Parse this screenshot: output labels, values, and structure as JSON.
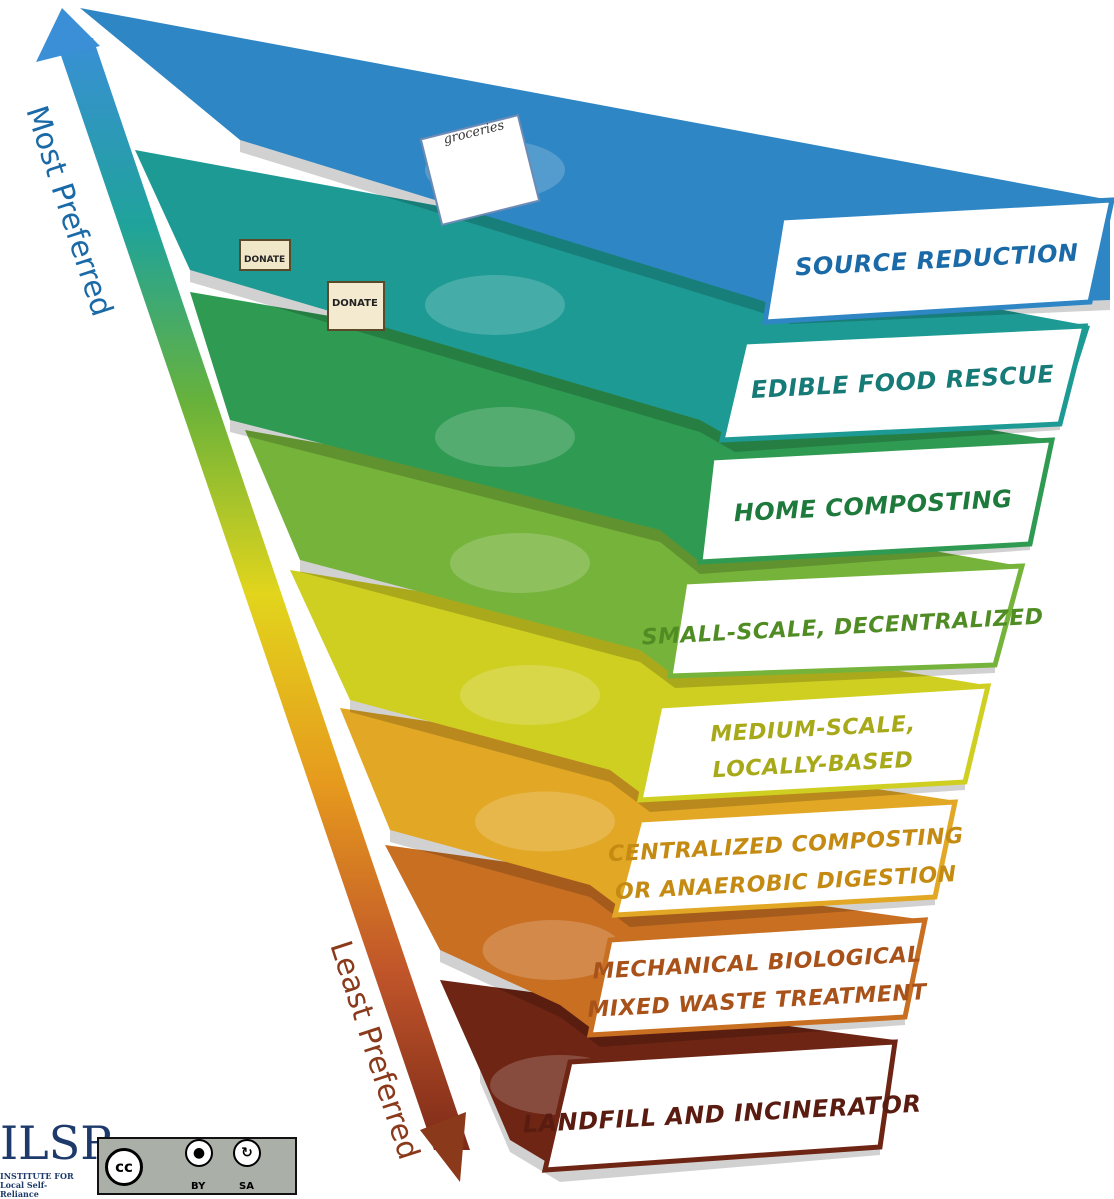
{
  "arrow": {
    "top_label": "Most Preferred",
    "bottom_label": "Least Preferred",
    "gradient": [
      "#3a8fd6",
      "#1fa39a",
      "#69b23a",
      "#e2d51c",
      "#e69a1d",
      "#c0552a",
      "#7d2a18"
    ]
  },
  "tiers": [
    {
      "lines": [
        "SOURCE REDUCTION"
      ],
      "color": "#2f86c4",
      "text_color": "#1b6aa8",
      "icon": "food-plate-groceries-fridge-icon"
    },
    {
      "lines": [
        "EDIBLE FOOD RESCUE"
      ],
      "color": "#1e9a94",
      "text_color": "#167a77",
      "icon": "donation-volunteers-icon"
    },
    {
      "lines": [
        "HOME COMPOSTING"
      ],
      "color": "#2f9a52",
      "text_color": "#1e7a3c",
      "icon": "houses-garden-compost-icon"
    },
    {
      "lines": [
        "SMALL-SCALE, DECENTRALIZED"
      ],
      "color": "#76b33a",
      "text_color": "#4f8c23",
      "icon": "community-garden-icon"
    },
    {
      "lines": [
        "MEDIUM-SCALE,",
        "LOCALLY-BASED"
      ],
      "color": "#cfcf22",
      "text_color": "#a7a918",
      "icon": "farm-tractor-icon"
    },
    {
      "lines": [
        "CENTRALIZED COMPOSTING",
        "OR ANAEROBIC DIGESTION"
      ],
      "color": "#e2a825",
      "text_color": "#c48a12",
      "icon": "dump-truck-windrows-icon"
    },
    {
      "lines": [
        "MECHANICAL BIOLOGICAL",
        "MIXED WASTE TREATMENT"
      ],
      "color": "#c86f22",
      "text_color": "#a8521a",
      "icon": "factory-trucks-icon"
    },
    {
      "lines": [
        "LANDFILL AND INCINERATOR"
      ],
      "color": "#6e2514",
      "text_color": "#5a1c10",
      "icon": "landfill-icon"
    }
  ],
  "scene_text": {
    "groceries_note": "groceries",
    "donate_box_1": "DONATE",
    "donate_box_2": "DONATE"
  },
  "logo": {
    "mark": "ILSR",
    "tagline": "INSTITUTE FOR Local Self-Reliance"
  },
  "license": {
    "cc": "cc",
    "by": "BY",
    "sa": "SA"
  }
}
